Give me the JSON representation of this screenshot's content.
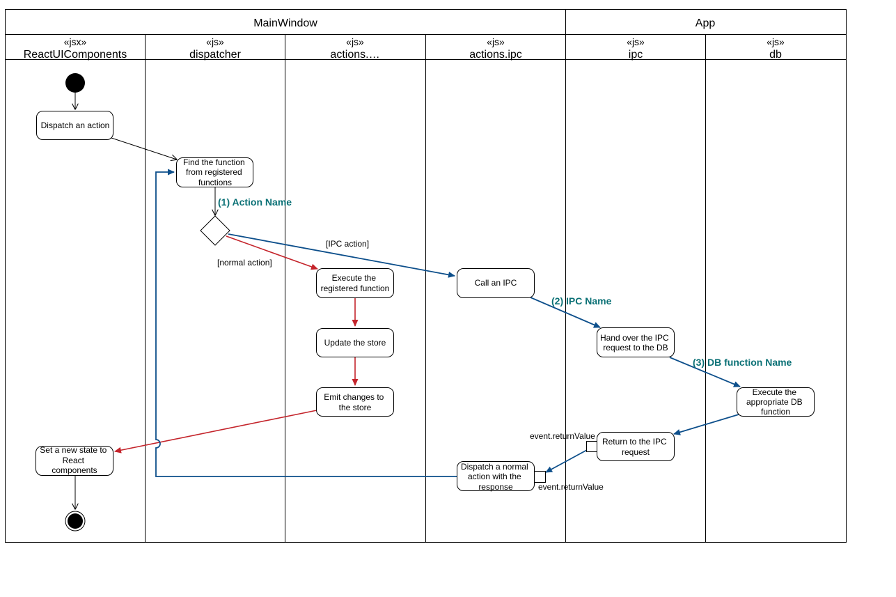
{
  "pools": {
    "main_window": "MainWindow",
    "app": "App"
  },
  "lanes": [
    {
      "stereotype": "«jsx»",
      "name": "ReactUIComponents"
    },
    {
      "stereotype": "«js»",
      "name": "dispatcher"
    },
    {
      "stereotype": "«js»",
      "name": "actions.…"
    },
    {
      "stereotype": "«js»",
      "name": "actions.ipc"
    },
    {
      "stereotype": "«js»",
      "name": "ipc"
    },
    {
      "stereotype": "«js»",
      "name": "db"
    }
  ],
  "nodes": {
    "dispatch_action": [
      "Dispatch an action"
    ],
    "find_function": [
      "Find the function",
      "from registered",
      "functions"
    ],
    "execute_registered": [
      "Execute the",
      "registered function"
    ],
    "update_store": [
      "Update the store"
    ],
    "emit_changes": [
      "Emit changes to",
      "the store"
    ],
    "set_state": [
      "Set a new state to",
      "React",
      "components"
    ],
    "call_ipc": [
      "Call an IPC"
    ],
    "hand_over": [
      "Hand over the IPC",
      "request to the DB"
    ],
    "execute_db": [
      "Execute the",
      "appropriate DB",
      "function"
    ],
    "return_ipc": [
      "Return to the IPC",
      "request"
    ],
    "dispatch_normal": [
      "Dispatch a normal",
      "action with the",
      "response"
    ]
  },
  "labels": {
    "action_name": "(1) Action Name",
    "ipc_action": "[IPC action]",
    "normal_action": "[normal action]",
    "ipc_name": "(2) IPC Name",
    "db_function_name": "(3) DB function Name",
    "return_value_top": "event.returnValue",
    "return_value_bottom": "event.returnValue"
  },
  "colors": {
    "blue_flow": "#0d4f8b",
    "red_flow": "#c4242b",
    "teal_label": "#0a7075",
    "line": "#000000"
  }
}
